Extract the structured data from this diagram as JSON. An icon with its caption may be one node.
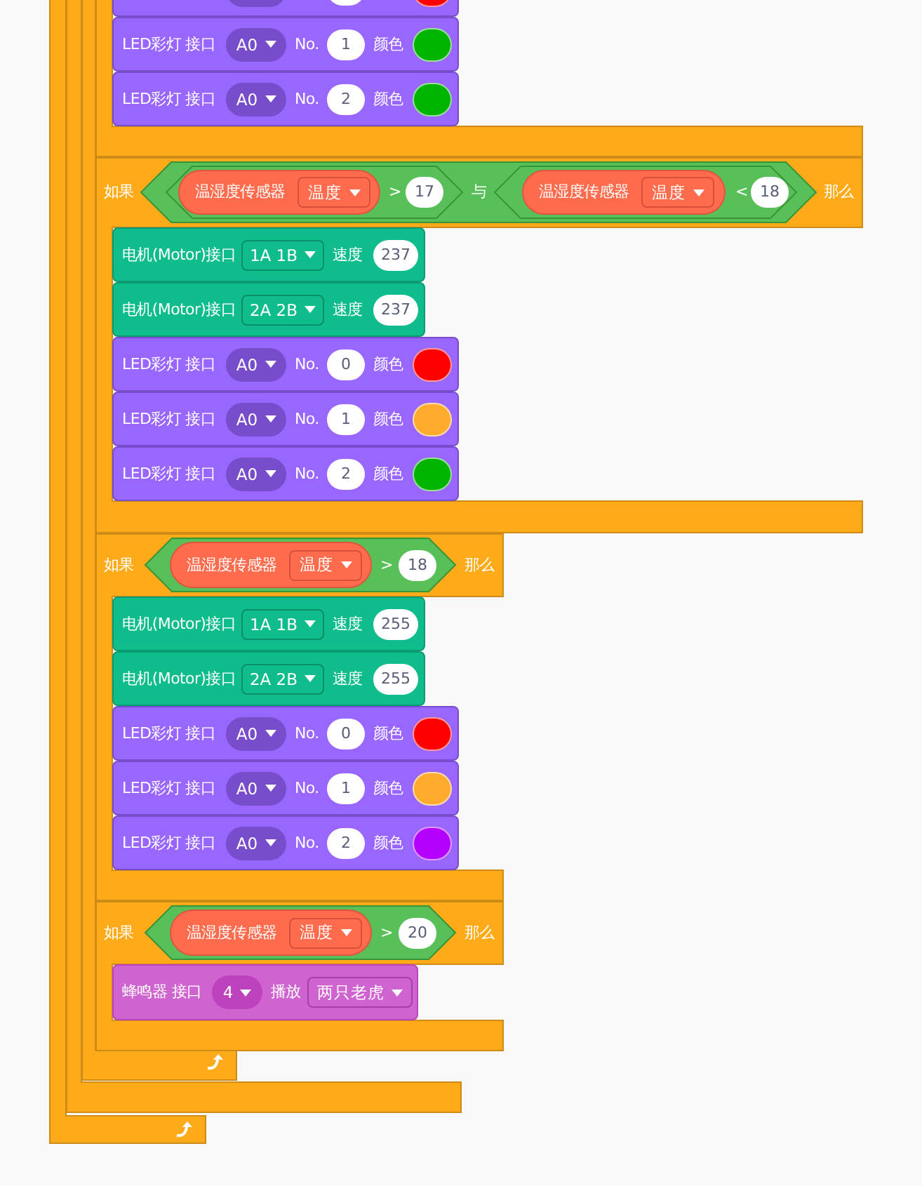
{
  "diagram": {
    "nodes": [
      {
        "text": [],
        "shape": "box"
      },
      {
        "text": [],
        "shape": "box",
        "in": 0
      },
      {
        "text": [],
        "shape": "box",
        "in": 1
      },
      {
        "text": [],
        "shape": "box",
        "in": 2
      },
      {
        "text": [],
        "shape": "box",
        "in": 3
      },
      {
        "text": [
          "LED彩灯 接口",
          "A0",
          "No.",
          "1",
          "颜色"
        ],
        "in": 3
      },
      {
        "text": [
          "LED彩灯 接口",
          "A0",
          "No.",
          "2",
          "颜色"
        ],
        "in": 3
      },
      {
        "text": [
          "如果",
          "那么"
        ],
        "in": 2
      },
      {
        "text": [
          "与"
        ],
        "in": 7
      },
      {
        "text": [
          ">",
          "17"
        ],
        "in": 8
      },
      {
        "text": [
          "温湿度传感器",
          "温度"
        ],
        "in": 9
      },
      {
        "text": [
          "<",
          "18"
        ],
        "in": 8
      },
      {
        "text": [
          "温湿度传感器",
          "温度"
        ],
        "in": 11
      },
      {
        "text": [
          "电机(Motor)接口",
          "1A 1B",
          "速度",
          "237"
        ],
        "in": 7
      },
      {
        "text": [
          "电机(Motor)接口",
          "2A 2B",
          "速度",
          "237"
        ],
        "in": 7
      },
      {
        "text": [
          "LED彩灯 接口",
          "A0",
          "No.",
          "0",
          "颜色"
        ],
        "in": 7
      },
      {
        "text": [
          "LED彩灯 接口",
          "A0",
          "No.",
          "1",
          "颜色"
        ],
        "in": 7
      },
      {
        "text": [
          "LED彩灯 接口",
          "A0",
          "No.",
          "2",
          "颜色"
        ],
        "in": 7
      },
      {
        "text": [
          "如果",
          "那么"
        ],
        "in": 2
      },
      {
        "text": [
          ">",
          "18"
        ],
        "in": 18
      },
      {
        "text": [
          "温湿度传感器",
          "温度"
        ],
        "in": 19
      },
      {
        "text": [
          "电机(Motor)接口",
          "1A 1B",
          "速度",
          "255"
        ],
        "in": 18
      },
      {
        "text": [
          "电机(Motor)接口",
          "2A 2B",
          "速度",
          "255"
        ],
        "in": 18
      },
      {
        "text": [
          "LED彩灯 接口",
          "A0",
          "No.",
          "0",
          "颜色"
        ],
        "in": 18
      },
      {
        "text": [
          "LED彩灯 接口",
          "A0",
          "No.",
          "1",
          "颜色"
        ],
        "in": 18
      },
      {
        "text": [
          "LED彩灯 接口",
          "A0",
          "No.",
          "2",
          "颜色"
        ],
        "in": 18
      },
      {
        "text": [
          "如果",
          "那么"
        ],
        "in": 2
      },
      {
        "text": [
          ">",
          "20"
        ],
        "in": 26
      },
      {
        "text": [
          "温湿度传感器",
          "温度"
        ],
        "in": 27
      },
      {
        "text": [
          "蜂鸣器 接口",
          "4",
          "播放",
          "两只老虎"
        ],
        "in": 26
      }
    ]
  }
}
